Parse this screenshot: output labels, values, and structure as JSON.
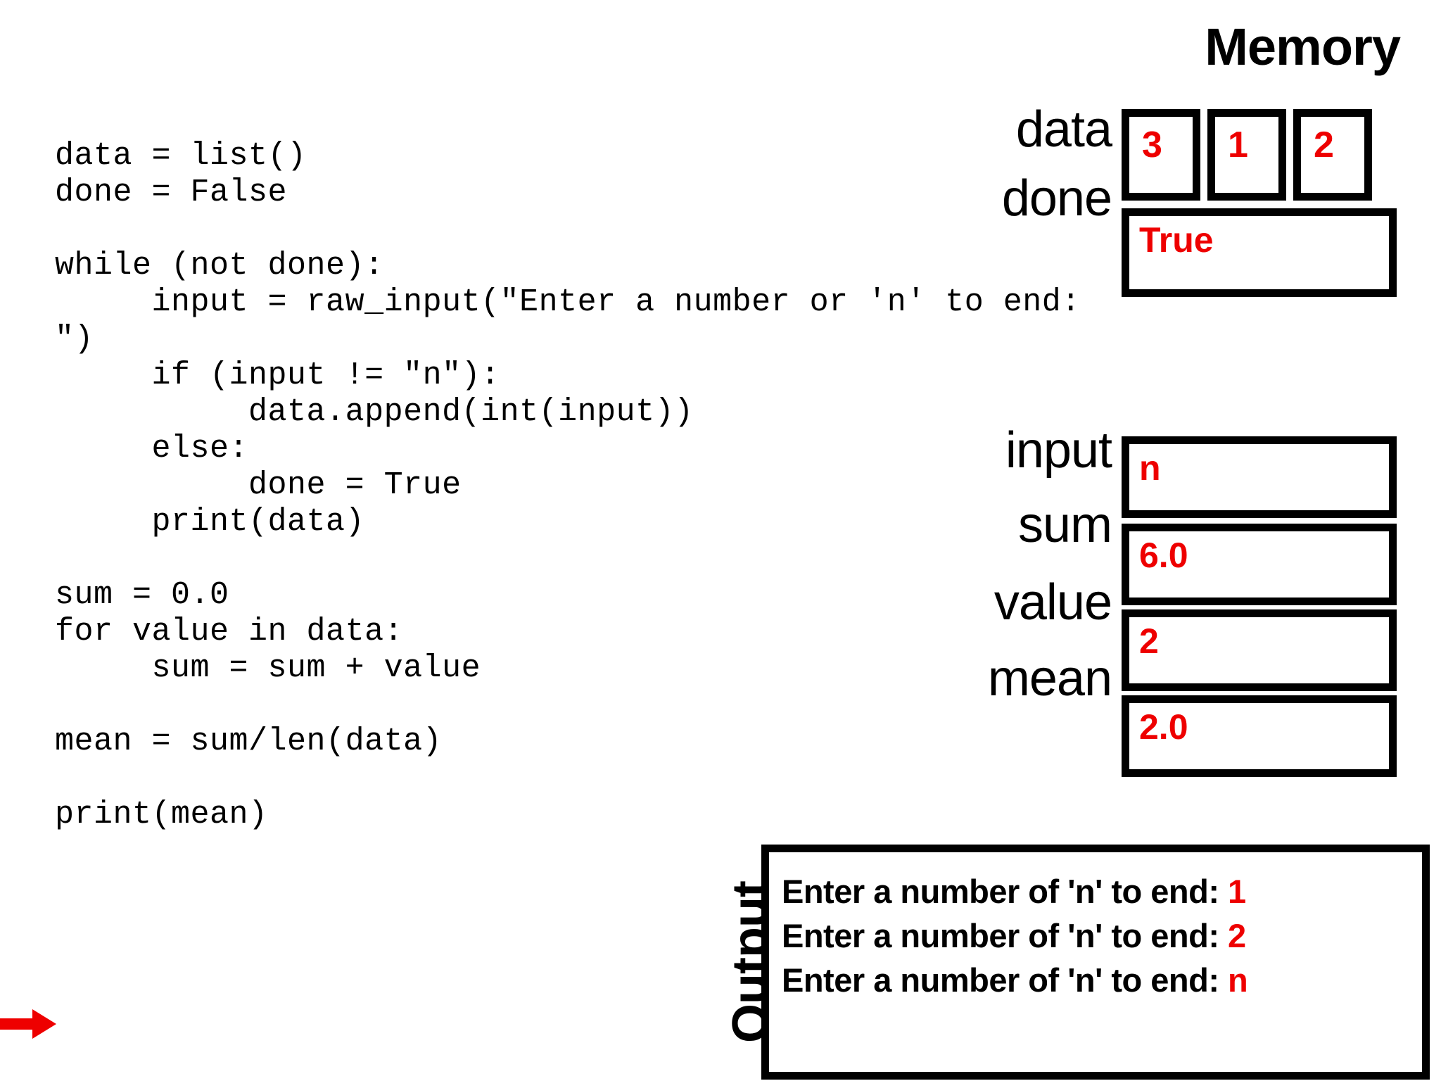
{
  "code": {
    "lines": [
      "data = list()",
      "done = False",
      "",
      "while (not done):",
      "     input = raw_input(\"Enter a number or 'n' to end: ",
      "\")",
      "     if (input != \"n\"):",
      "          data.append(int(input))",
      "     else:",
      "          done = True",
      "     print(data)",
      "",
      "sum = 0.0",
      "for value in data:",
      "     sum = sum + value",
      "",
      "mean = sum/len(data)",
      "",
      "print(mean)"
    ],
    "current_line_marker": "red-arrow",
    "current_line_text": "print(mean)"
  },
  "memory": {
    "title": "Memory",
    "variables": [
      {
        "name": "data",
        "kind": "list",
        "cells": [
          "3",
          "1",
          "2"
        ]
      },
      {
        "name": "done",
        "kind": "scalar",
        "value": "True"
      },
      {
        "name": "input",
        "kind": "scalar",
        "value": "n"
      },
      {
        "name": "sum",
        "kind": "scalar",
        "value": "6.0"
      },
      {
        "name": "value",
        "kind": "scalar",
        "value": "2"
      },
      {
        "name": "mean",
        "kind": "scalar",
        "value": "2.0"
      }
    ]
  },
  "output": {
    "label": "Output",
    "lines": [
      {
        "prompt": "Enter a number of 'n' to end: ",
        "value": "1"
      },
      {
        "prompt": "Enter a number of 'n' to end: ",
        "value": "2"
      },
      {
        "prompt": "Enter a number of 'n' to end: ",
        "value": "n"
      }
    ]
  },
  "colors": {
    "value_red": "#ee0000",
    "ink_black": "#000000",
    "paper_white": "#ffffff"
  }
}
